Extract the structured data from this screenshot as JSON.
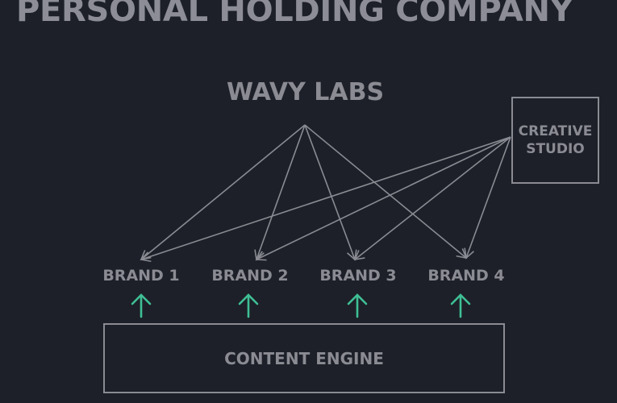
{
  "title": "PERSONAL HOLDING COMPANY",
  "parent": "WAVY LABS",
  "studio": {
    "line1": "CREATIVE",
    "line2": "STUDIO"
  },
  "brands": [
    "BRAND 1",
    "BRAND 2",
    "BRAND 3",
    "BRAND 4"
  ],
  "engine": "CONTENT ENGINE",
  "colors": {
    "background": "#1d2028",
    "text": "#8a8b93",
    "accent": "#3fbf95"
  }
}
